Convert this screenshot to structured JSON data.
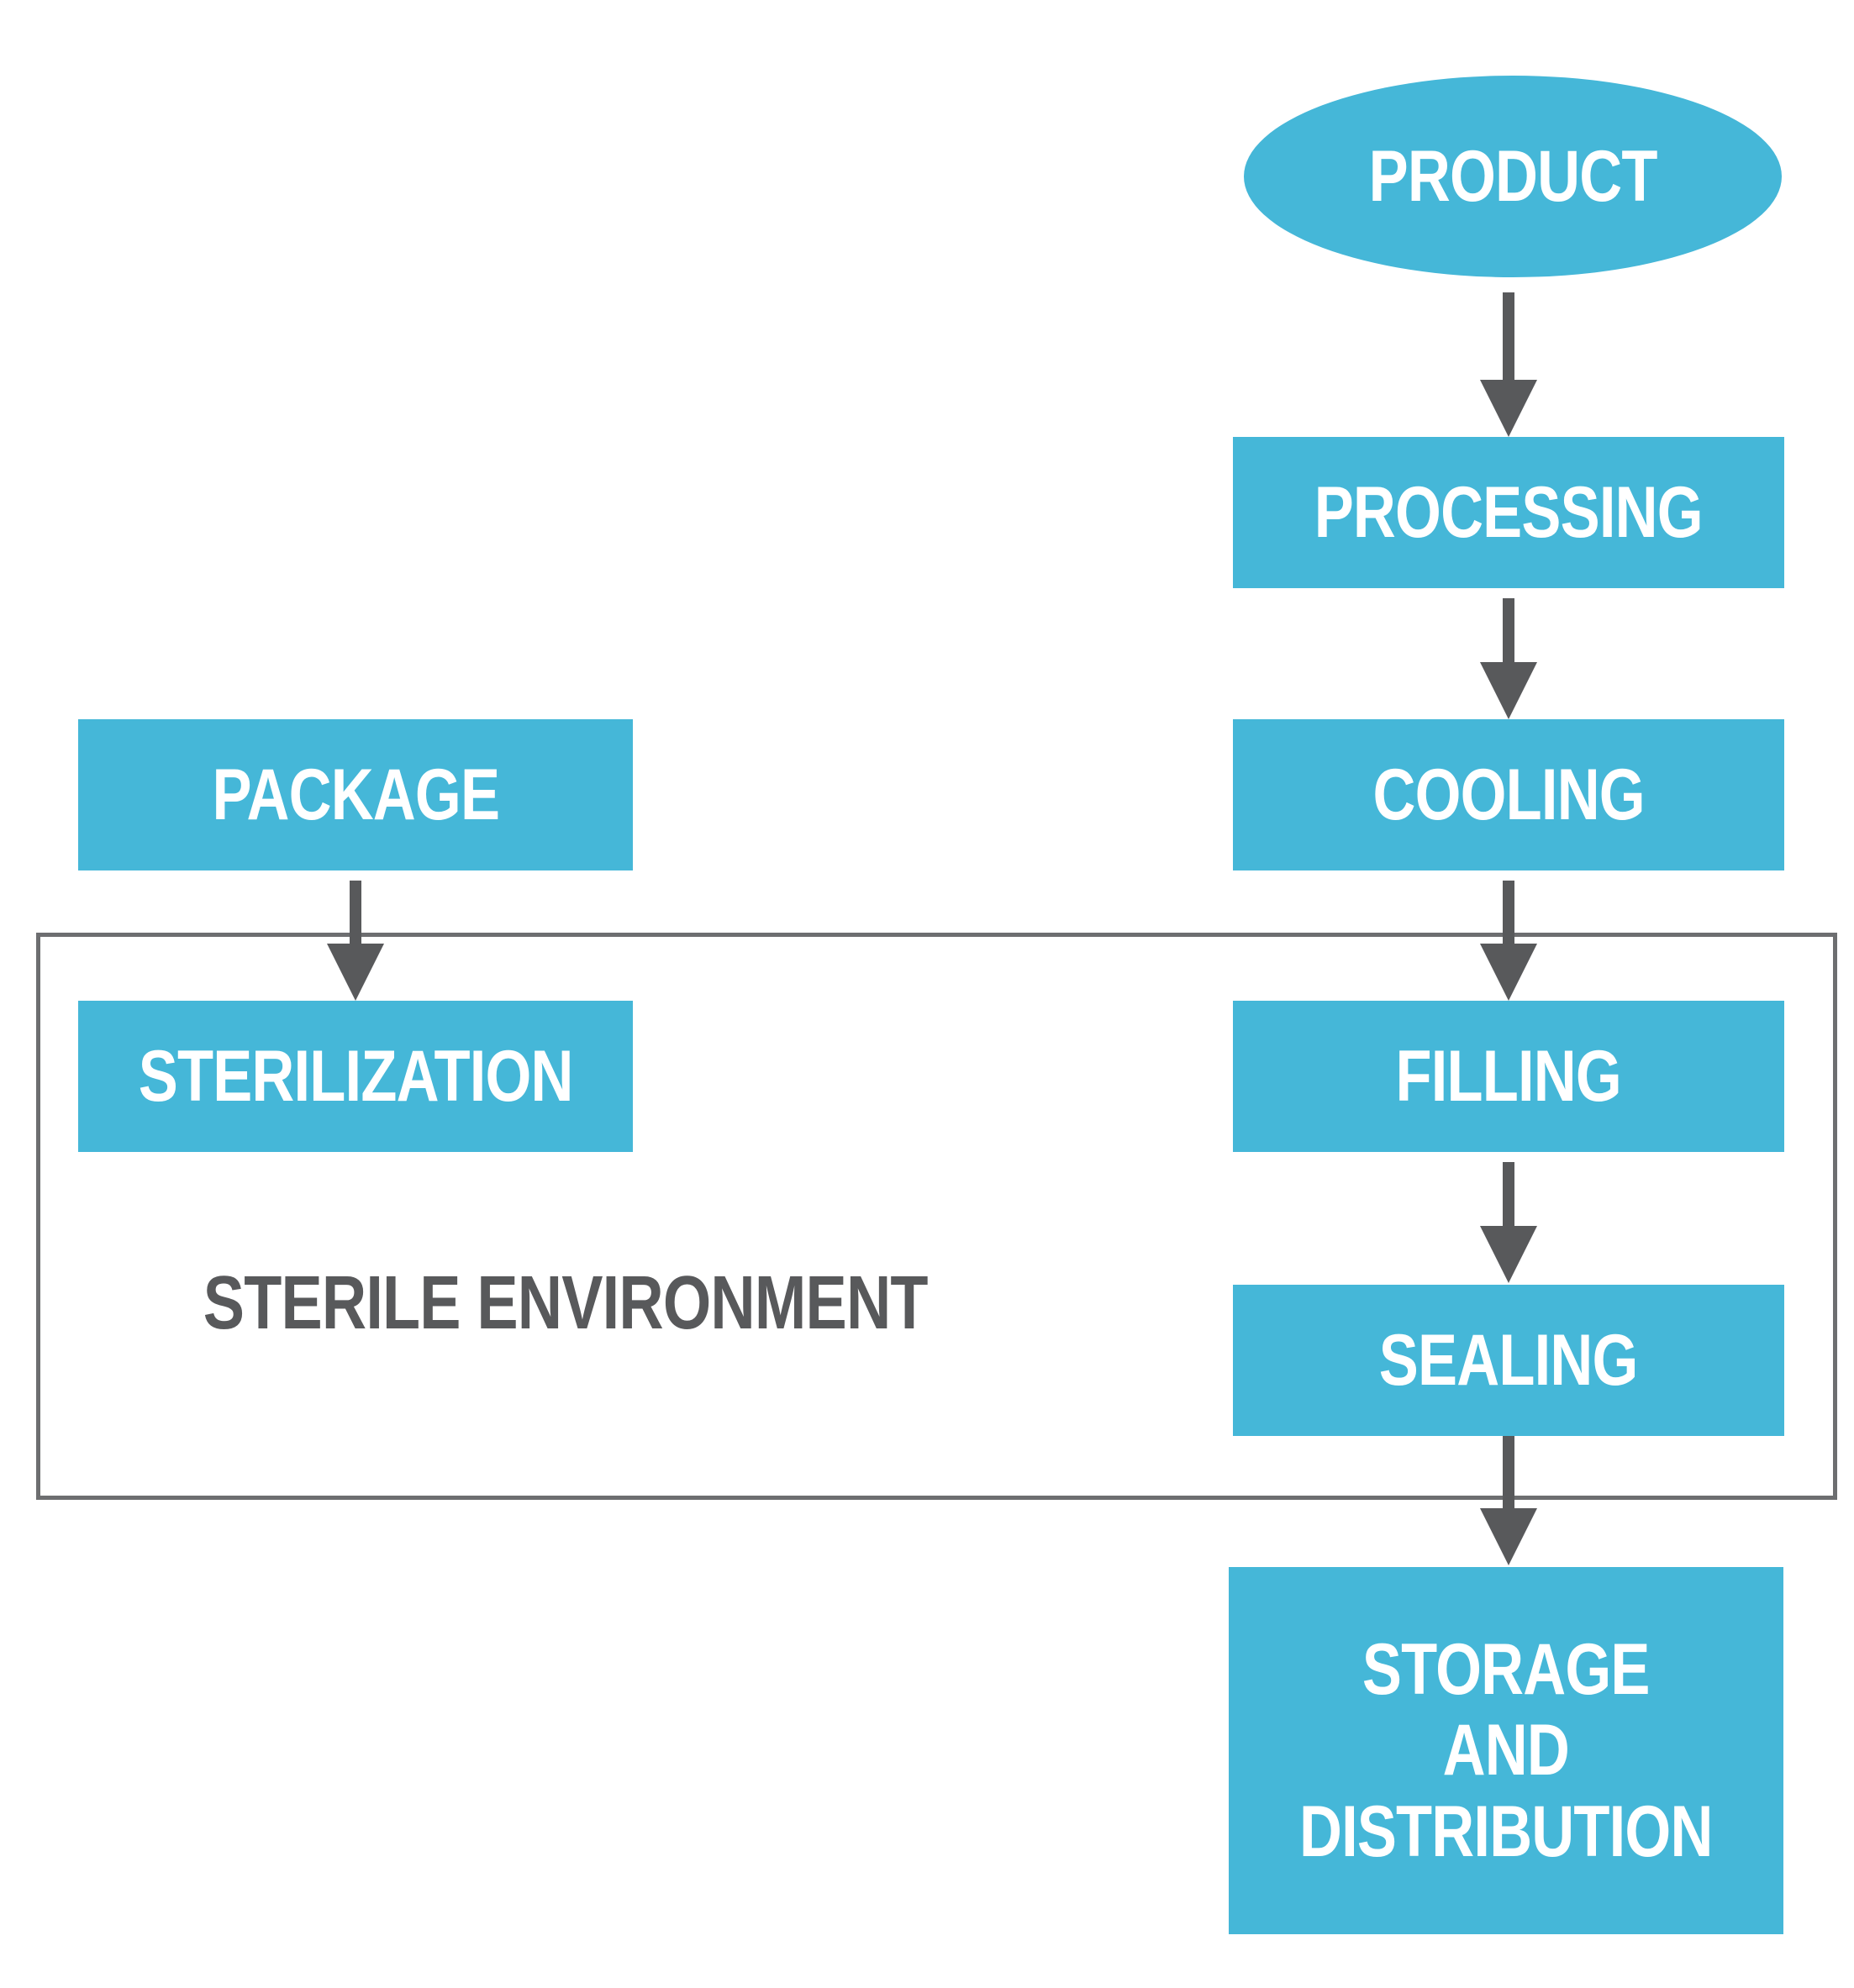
{
  "flowchart": {
    "product": {
      "label": "PRODUCT"
    },
    "processing": {
      "label": "PROCESSING"
    },
    "cooling": {
      "label": "COOLING"
    },
    "package": {
      "label": "PACKAGE"
    },
    "sterilization": {
      "label": "STERILIZATION"
    },
    "filling": {
      "label": "FILLING"
    },
    "sealing": {
      "label": "SEALING"
    },
    "storage": {
      "line1": "STORAGE",
      "line2": "AND",
      "line3": "DISTRIBUTION"
    },
    "sterile_zone": {
      "label": "STERILE ENVIRONMENT"
    }
  },
  "edges": [
    {
      "from": "product",
      "to": "processing"
    },
    {
      "from": "processing",
      "to": "cooling"
    },
    {
      "from": "cooling",
      "to": "filling"
    },
    {
      "from": "package",
      "to": "sterilization"
    },
    {
      "from": "filling",
      "to": "sealing"
    },
    {
      "from": "sealing",
      "to": "storage"
    }
  ],
  "colors": {
    "node_fill": "#45b7d8",
    "node_text": "#ffffff",
    "arrow": "#58595b",
    "zone_border": "#6d6e70",
    "zone_label_text": "#58595b",
    "background": "#ffffff"
  }
}
